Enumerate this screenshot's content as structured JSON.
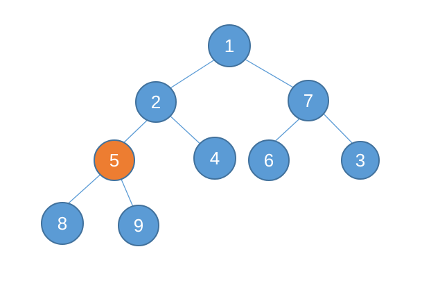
{
  "diagram": {
    "type": "binary-tree",
    "background_color": "#ffffff",
    "colors": {
      "node_fill": "#5b9bd5",
      "highlight_fill": "#ed7d31",
      "node_border": "#41719c",
      "edge_line": "#5b9bd5",
      "label_text": "#ffffff"
    },
    "nodes": [
      {
        "label": "1",
        "parent": null,
        "highlighted": false
      },
      {
        "label": "2",
        "parent": "1",
        "highlighted": false
      },
      {
        "label": "7",
        "parent": "1",
        "highlighted": false
      },
      {
        "label": "5",
        "parent": "2",
        "highlighted": true
      },
      {
        "label": "4",
        "parent": "2",
        "highlighted": false
      },
      {
        "label": "6",
        "parent": "7",
        "highlighted": false
      },
      {
        "label": "3",
        "parent": "7",
        "highlighted": false
      },
      {
        "label": "8",
        "parent": "5",
        "highlighted": false
      },
      {
        "label": "9",
        "parent": "5",
        "highlighted": false
      }
    ],
    "edges": [
      {
        "from": "1",
        "to": "2"
      },
      {
        "from": "1",
        "to": "7"
      },
      {
        "from": "2",
        "to": "5"
      },
      {
        "from": "2",
        "to": "4"
      },
      {
        "from": "7",
        "to": "6"
      },
      {
        "from": "7",
        "to": "3"
      },
      {
        "from": "5",
        "to": "8"
      },
      {
        "from": "5",
        "to": "9"
      }
    ]
  }
}
